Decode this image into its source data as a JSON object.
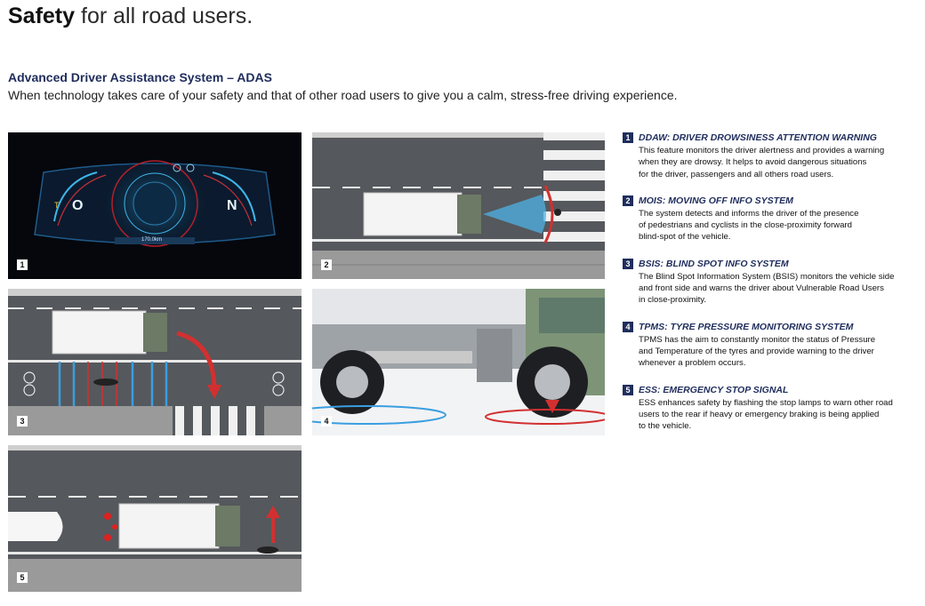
{
  "header": {
    "title_bold": "Safety",
    "title_rest": "for all road users.",
    "subtitle": "Advanced Driver Assistance System – ADAS",
    "lead": "When technology takes care of your safety and that of other road users to give you a calm, stress-free driving experience."
  },
  "panels": [
    {
      "number": "1",
      "gauge_left": "O",
      "gauge_right": "N",
      "side_left": "T",
      "odometer": "170.0km"
    },
    {
      "number": "2"
    },
    {
      "number": "3"
    },
    {
      "number": "4"
    },
    {
      "number": "5"
    }
  ],
  "features": [
    {
      "number": "1",
      "title": "DDAW: DRIVER DROWSINESS ATTENTION WARNING",
      "lines": [
        "This feature monitors the driver alertness and provides a warning",
        "when they are drowsy. It helps to avoid dangerous situations",
        "for the driver, passengers and all others road users."
      ]
    },
    {
      "number": "2",
      "title": "MOIS: MOVING OFF INFO SYSTEM",
      "lines": [
        "The system detects and informs the driver of the presence",
        "of pedestrians and cyclists in the close-proximity forward",
        "blind-spot of the vehicle."
      ]
    },
    {
      "number": "3",
      "title": "BSIS: BLIND SPOT INFO SYSTEM",
      "lines": [
        "The Blind Spot Information System (BSIS) monitors the vehicle side",
        "and front side and warns the driver about Vulnerable Road Users",
        "in close-proximity."
      ]
    },
    {
      "number": "4",
      "title": "TPMS: TYRE PRESSURE MONITORING SYSTEM",
      "lines": [
        "TPMS has the aim to constantly monitor the status of Pressure",
        "and Temperature of the tyres and provide warning to the driver",
        "whenever a problem occurs."
      ]
    },
    {
      "number": "5",
      "title": "ESS: EMERGENCY STOP SIGNAL",
      "lines": [
        "ESS enhances safety by flashing the stop lamps to warn other road",
        "users to the rear if heavy or emergency braking is being applied",
        "to the vehicle."
      ]
    }
  ]
}
